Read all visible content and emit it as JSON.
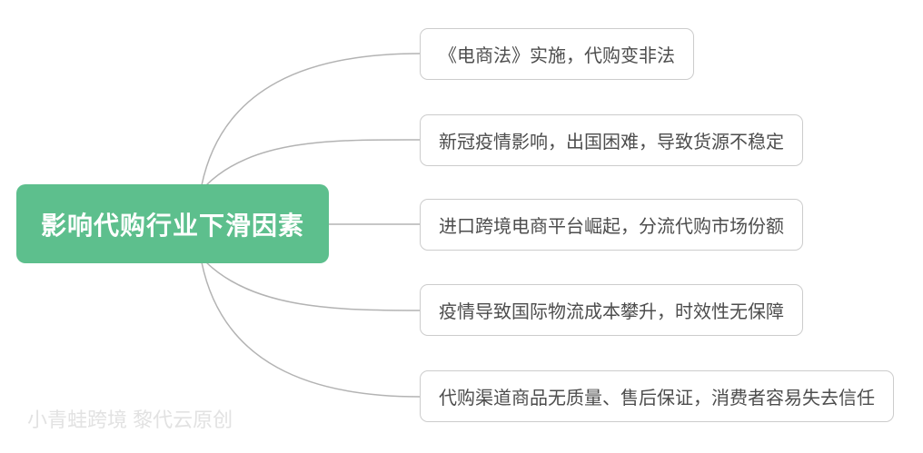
{
  "diagram": {
    "type": "mindmap",
    "root": {
      "label": "影响代购行业下滑因素",
      "bg_color": "#5dbf8d",
      "text_color": "#ffffff"
    },
    "branches": [
      {
        "label": "《电商法》实施，代购变非法"
      },
      {
        "label": "新冠疫情影响，出国困难，导致货源不稳定"
      },
      {
        "label": "进口跨境电商平台崛起，分流代购市场份额"
      },
      {
        "label": "疫情导致国际物流成本攀升，时效性无保障"
      },
      {
        "label": "代购渠道商品无质量、售后保证，消费者容易失去信任"
      }
    ],
    "branch_style": {
      "border_color": "#cccccc",
      "text_color": "#4d4d4d",
      "bg_color": "#ffffff"
    },
    "connector_color": "#b3b3b3",
    "watermark": "小青蛙跨境 黎代云原创",
    "watermark_color": "#e2e2e2"
  }
}
